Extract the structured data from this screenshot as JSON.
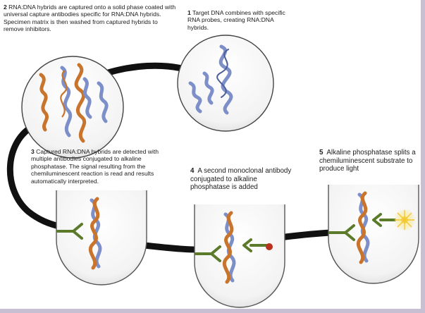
{
  "steps": [
    {
      "number": "1",
      "text": "Target DNA combines with specific RNA probes, creating RNA:DNA hybrids."
    },
    {
      "number": "2",
      "text": "RNA:DNA hybrids are captured onto a solid phase coated with universal capture antibodies specific for RNA:DNA hybrids. Specimen matrix is then washed from captured hybrids to remove inhibitors."
    },
    {
      "number": "3",
      "text": "Captured RNA:DNA hybrids are detected with multiple antibodies conjugated to alkaline phosphatase. The signal resulting from the chemiluminescent reaction is read and results automatically interpreted."
    },
    {
      "number": "4",
      "text": "A second monoclonal antibody conjugated to alkaline phosphatase is added"
    },
    {
      "number": "5",
      "text": "Alkaline phosphatase splits a chemiluminescent substrate to produce light"
    }
  ],
  "colors": {
    "dna_strand": "#7d8fc9",
    "rna_probe": "#c8742c",
    "antibody": "#5b7a2a",
    "enzyme": "#b8321e",
    "light": "#f4d64a",
    "connector": "#111111",
    "outline": "#555555"
  }
}
